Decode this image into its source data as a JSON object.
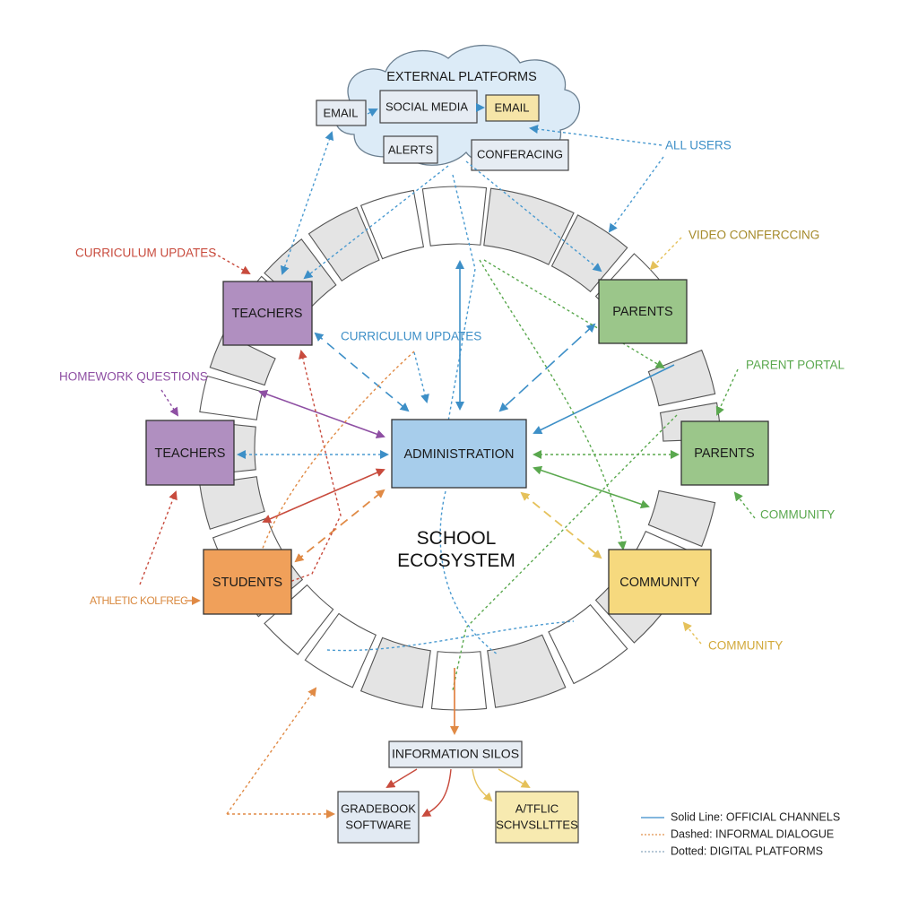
{
  "title": {
    "line1": "SCHOOL",
    "line2": "ECOSYSTEM"
  },
  "cloud": {
    "title": "EXTERNAL PLATFORMS",
    "items": [
      {
        "id": "email-left",
        "label": "EMAIL"
      },
      {
        "id": "social-media",
        "label": "SOCIAL MEDIA"
      },
      {
        "id": "email-right",
        "label": "EMAIL"
      },
      {
        "id": "alerts",
        "label": "ALERTS"
      },
      {
        "id": "conferencing",
        "label": "CONFERACING"
      }
    ]
  },
  "nodes": {
    "administration": "ADMINISTRATION",
    "teachers_top": "TEACHERS",
    "teachers_left": "TEACHERS",
    "students": "STUDENTS",
    "parents_top": "PARENTS",
    "parents_right": "PARENTS",
    "community": "COMMUNITY"
  },
  "annotations": {
    "all_users": "ALL USERS",
    "video_conferencing": "VIDEO CONFERCCING",
    "curriculum_updates_outer": "CURRICULUM UPDATES",
    "curriculum_updates_inner": "CURRICULUM UPDATES",
    "homework_questions": "HOMEWORK QUESTIONS",
    "parent_portal": "PARENT PORTAL",
    "community_green": "COMMUNITY",
    "community_yellow": "COMMUNITY",
    "athletic_garbled": "ATHLETIC KOLFREC"
  },
  "silos": {
    "title": "INFORMATION SILOS",
    "gradebook_line1": "GRADEBOOK",
    "gradebook_line2": "SOFTWARE",
    "athletic_line1": "A/TFLIC",
    "athletic_line2": "SCHVSLLTTES"
  },
  "legend": {
    "items": [
      {
        "style": "solid",
        "label": "Solid Line: OFFICIAL CHANNELS",
        "color": "#5a9fd4"
      },
      {
        "style": "dashed",
        "label": "Dashed: INFORMAL DIALOGUE",
        "color": "#e0914a"
      },
      {
        "style": "dotted",
        "label": "Dotted: DIGITAL PLATFORMS",
        "color": "#8aa6bd"
      }
    ]
  },
  "colors": {
    "admin_fill": "#a7cdeb",
    "teachers_fill": "#b08fc0",
    "students_fill": "#f0a05a",
    "parents_fill": "#9bc68a",
    "community_fill": "#f6d97e",
    "blue": "#3d8fc7",
    "purple": "#8e4fa3",
    "red": "#c84b3d",
    "orange": "#e08a45",
    "green": "#5aa84e",
    "yellow": "#e5c15a",
    "gold_text": "#a58a2a"
  }
}
